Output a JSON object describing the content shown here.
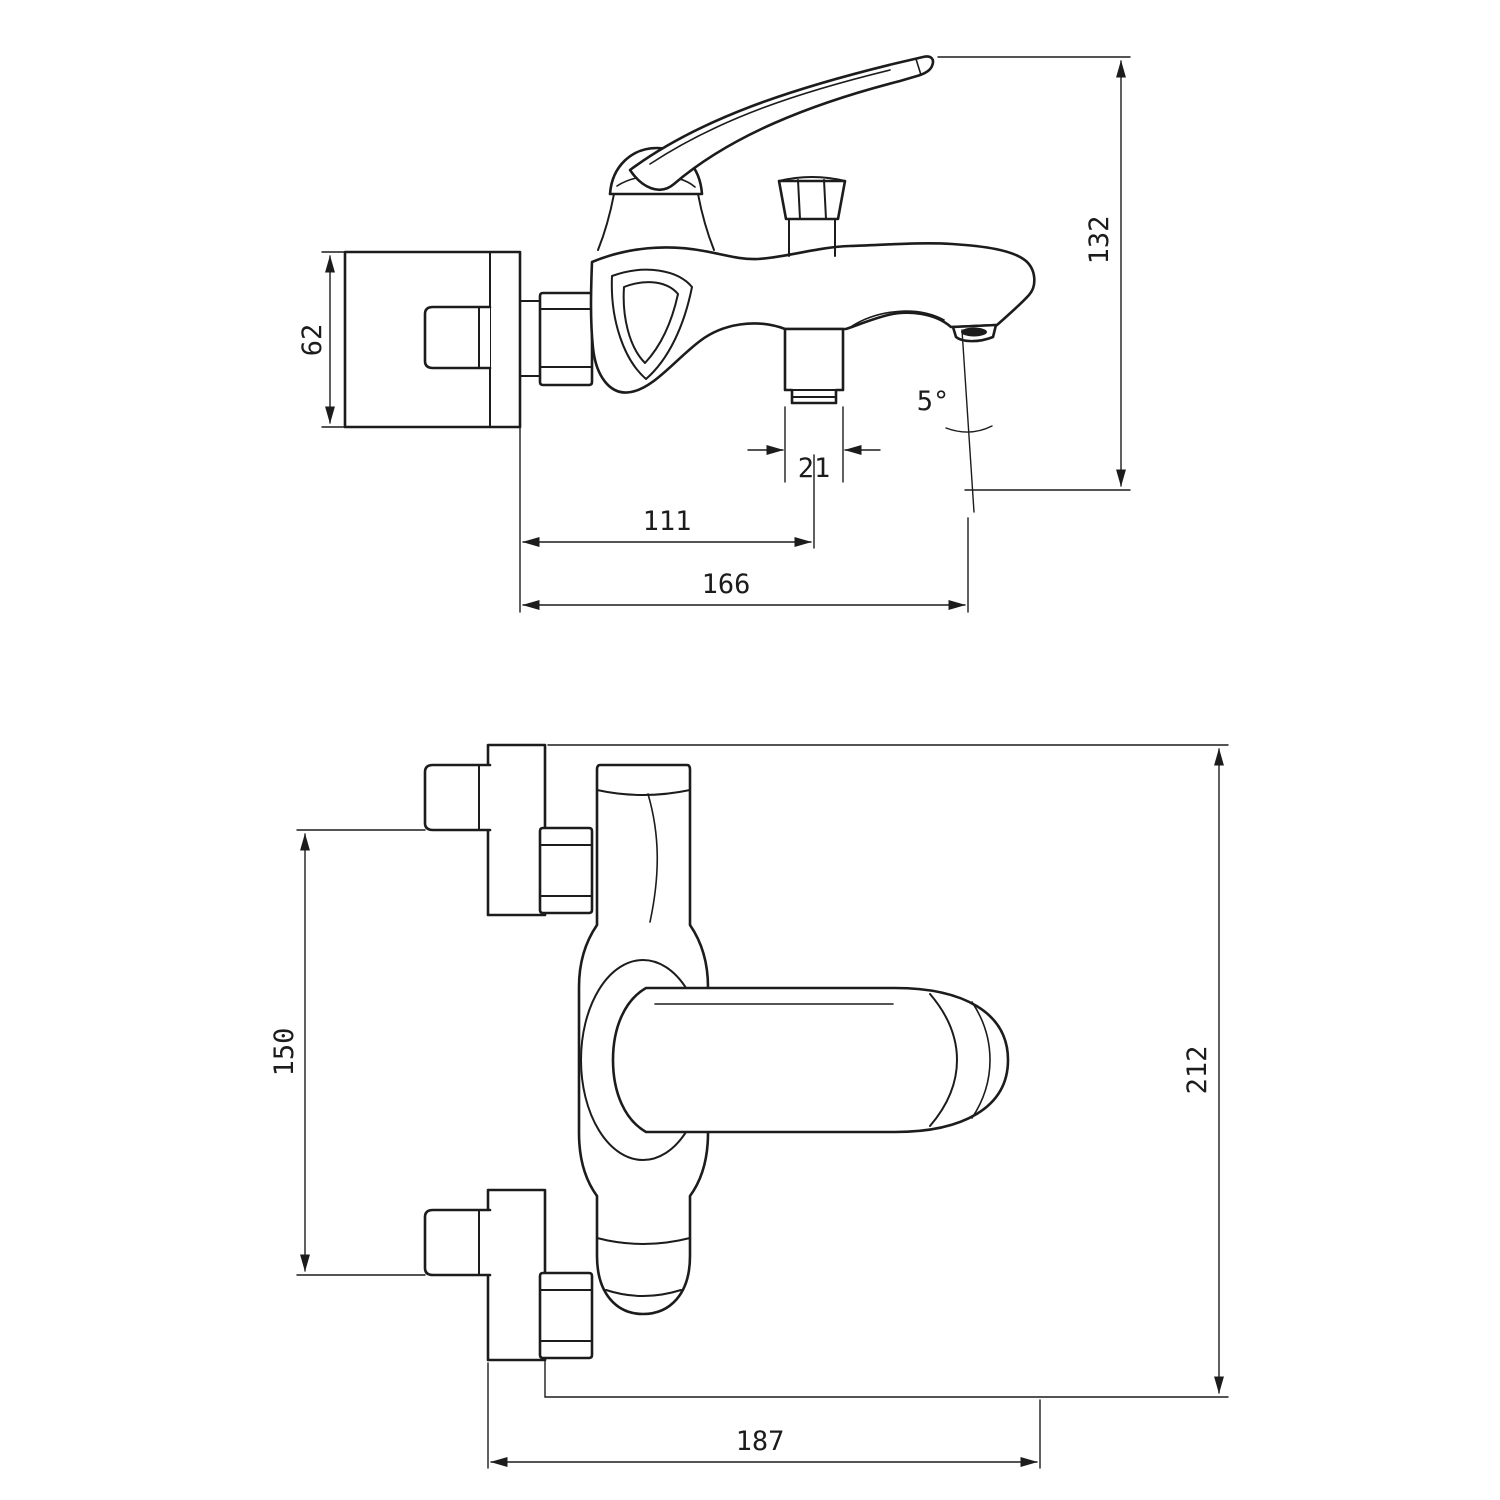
{
  "drawing": {
    "kind": "bath-shower-mixer-tap-technical-drawing",
    "colors": {
      "line": "#1c1c1c",
      "background": "#ffffff"
    }
  },
  "side_view": {
    "dims": {
      "overall_height": "132",
      "flange_height": "62",
      "outlet_width": "21",
      "outlet_offset": "111",
      "spout_reach": "166",
      "spout_angle": "5°"
    }
  },
  "front_view": {
    "dims": {
      "inlet_spacing": "150",
      "overall_height": "212",
      "overall_width": "187"
    }
  }
}
